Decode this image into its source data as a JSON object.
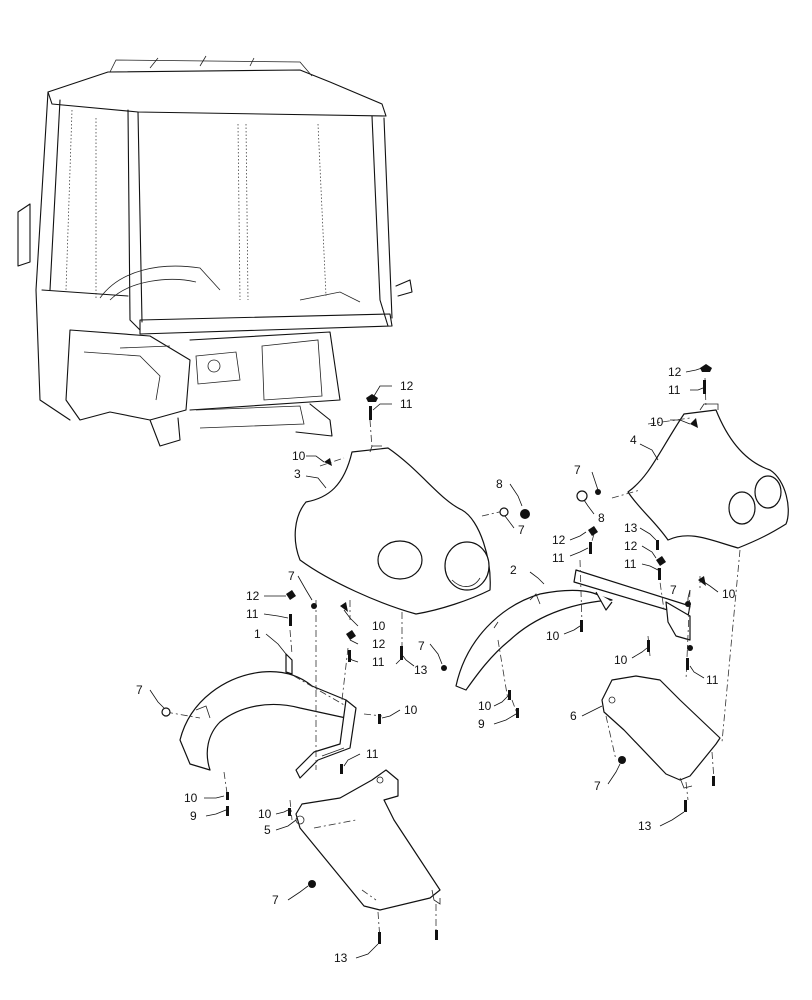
{
  "callouts": [
    {
      "id": "c-12a",
      "text": "12"
    },
    {
      "id": "c-11a",
      "text": "11"
    },
    {
      "id": "c-10a",
      "text": "10"
    },
    {
      "id": "c-3",
      "text": "3"
    },
    {
      "id": "c-8a",
      "text": "8"
    },
    {
      "id": "c-7a",
      "text": "7"
    },
    {
      "id": "c-12b",
      "text": "12"
    },
    {
      "id": "c-11b",
      "text": "11"
    },
    {
      "id": "c-10b",
      "text": "10"
    },
    {
      "id": "c-4",
      "text": "4"
    },
    {
      "id": "c-7b",
      "text": "7"
    },
    {
      "id": "c-8b",
      "text": "8"
    },
    {
      "id": "c-13a",
      "text": "13"
    },
    {
      "id": "c-12c",
      "text": "12"
    },
    {
      "id": "c-11c",
      "text": "11"
    },
    {
      "id": "c-7c",
      "text": "7"
    },
    {
      "id": "c-10c",
      "text": "10"
    },
    {
      "id": "c-12d",
      "text": "12"
    },
    {
      "id": "c-11d",
      "text": "11"
    },
    {
      "id": "c-2",
      "text": "2"
    },
    {
      "id": "c-10d",
      "text": "10"
    },
    {
      "id": "c-10e",
      "text": "10"
    },
    {
      "id": "c-11e",
      "text": "11"
    },
    {
      "id": "c-7d",
      "text": "7"
    },
    {
      "id": "c-12e",
      "text": "12"
    },
    {
      "id": "c-11f",
      "text": "11"
    },
    {
      "id": "c-10f",
      "text": "10"
    },
    {
      "id": "c-12f",
      "text": "12"
    },
    {
      "id": "c-11g",
      "text": "11"
    },
    {
      "id": "c-1",
      "text": "1"
    },
    {
      "id": "c-7e",
      "text": "7"
    },
    {
      "id": "c-13b",
      "text": "13"
    },
    {
      "id": "c-10g",
      "text": "10"
    },
    {
      "id": "c-9a",
      "text": "9"
    },
    {
      "id": "c-6",
      "text": "6"
    },
    {
      "id": "c-7f",
      "text": "7"
    },
    {
      "id": "c-10h",
      "text": "10"
    },
    {
      "id": "c-11h",
      "text": "11"
    },
    {
      "id": "c-10i",
      "text": "10"
    },
    {
      "id": "c-9b",
      "text": "9"
    },
    {
      "id": "c-10j",
      "text": "10"
    },
    {
      "id": "c-5",
      "text": "5"
    },
    {
      "id": "c-7g",
      "text": "7"
    },
    {
      "id": "c-7h",
      "text": "7"
    },
    {
      "id": "c-13c",
      "text": "13"
    },
    {
      "id": "c-13d",
      "text": "13"
    }
  ]
}
